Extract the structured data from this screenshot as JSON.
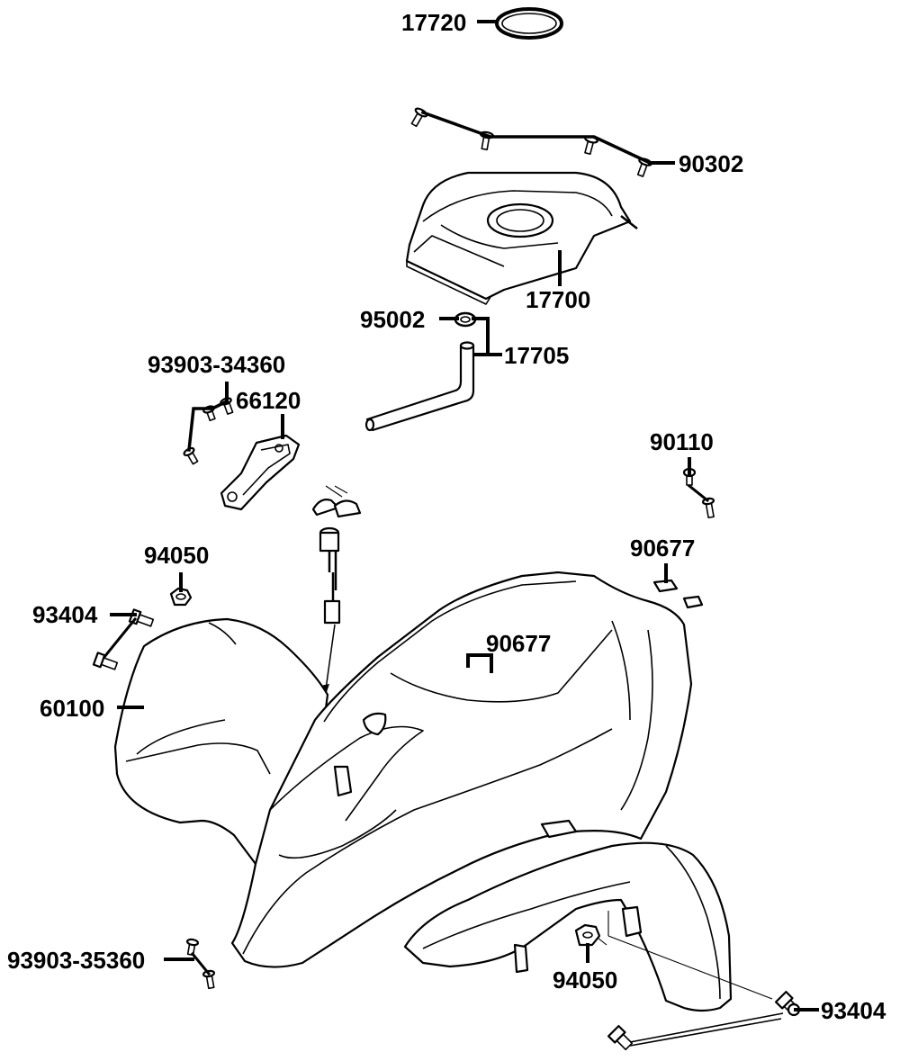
{
  "diagram": {
    "parts": [
      {
        "id": "p17720",
        "number": "17720"
      },
      {
        "id": "p90302",
        "number": "90302"
      },
      {
        "id": "p17700",
        "number": "17700"
      },
      {
        "id": "p95002",
        "number": "95002"
      },
      {
        "id": "p17705",
        "number": "17705"
      },
      {
        "id": "p93903a",
        "number": "93903-34360"
      },
      {
        "id": "p66120",
        "number": "66120"
      },
      {
        "id": "p90110",
        "number": "90110"
      },
      {
        "id": "p94050a",
        "number": "94050"
      },
      {
        "id": "p90677a",
        "number": "90677"
      },
      {
        "id": "p93404a",
        "number": "93404"
      },
      {
        "id": "p90677b",
        "number": "90677"
      },
      {
        "id": "p60100",
        "number": "60100"
      },
      {
        "id": "p93903b",
        "number": "93903-35360"
      },
      {
        "id": "p94050b",
        "number": "94050"
      },
      {
        "id": "p93404b",
        "number": "93404"
      }
    ]
  }
}
